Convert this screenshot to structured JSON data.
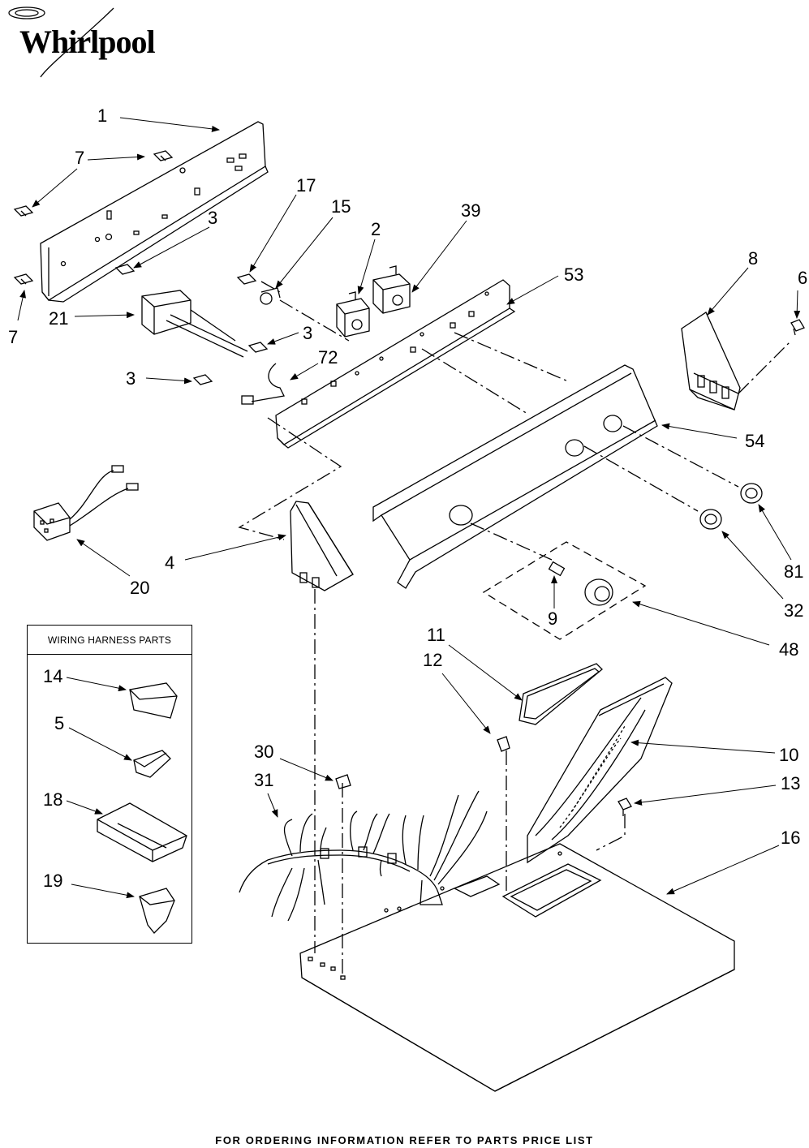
{
  "brand": {
    "name": "Whirlpool"
  },
  "harness_box": {
    "title": "WIRING HARNESS PARTS"
  },
  "footer": {
    "text": "FOR ORDERING INFORMATION REFER TO PARTS PRICE LIST"
  },
  "callouts": {
    "c1": "1",
    "c7a": "7",
    "c7b": "7",
    "c3a": "3",
    "c21": "21",
    "c17": "17",
    "c15": "15",
    "c2": "2",
    "c39": "39",
    "c53": "53",
    "c3b": "3",
    "c72": "72",
    "c3c": "3",
    "c8": "8",
    "c6": "6",
    "c54": "54",
    "c20": "20",
    "c4": "4",
    "c81": "81",
    "c32": "32",
    "c9": "9",
    "c48": "48",
    "c14": "14",
    "c5": "5",
    "c18": "18",
    "c19": "19",
    "c11": "11",
    "c12": "12",
    "c10": "10",
    "c30": "30",
    "c31": "31",
    "c13": "13",
    "c16": "16"
  }
}
